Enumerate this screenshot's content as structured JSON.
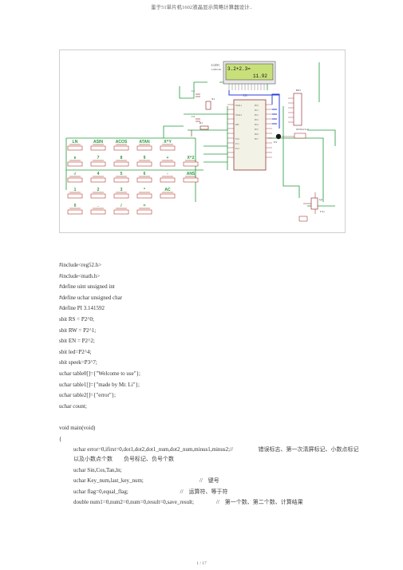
{
  "header": "鉴于51单片机1602液晶显示简略计算器设计..",
  "footer": "1 / 17",
  "schematic": {
    "lcd_label": "LCD1",
    "lcd_model": "LM016L",
    "lcd_line1": "3.2+2.3=",
    "lcd_line2": "11.92",
    "keys_row1": [
      "LN",
      "ASIN",
      "ACOS",
      "ATAN",
      "X^Y"
    ],
    "keys_row2": [
      "e",
      "7",
      "8",
      "9",
      "+",
      "X^2"
    ],
    "keys_row3": [
      "√",
      "4",
      "5",
      "6",
      "-",
      "ANS"
    ],
    "keys_row4": [
      "1",
      "2",
      "3",
      "*",
      "AC"
    ],
    "keys_row5": [
      "0",
      ".",
      "/",
      "="
    ],
    "chip_label": "U1",
    "q_label": "Q1",
    "ls_label": "LS1",
    "d_label": "D1",
    "colors": {
      "wire": "#1f9a3a",
      "bus": "#2b3fd8",
      "part": "#8b1a1a",
      "lcd": "#c8e07a",
      "key": "#b33b2e"
    }
  },
  "code": {
    "lines": [
      "#include<reg52.h>",
      "#include<math.h>",
      "#define uint unsigned int",
      "#define uchar unsigned char",
      "#define PI 3.141592",
      "sbit RS = P2^0;",
      "sbit RW = P2^1;",
      "sbit EN = P2^2;",
      "sbit led=P2^4;",
      "sbit speek=P3^7;",
      "uchar table0[]={\"Welcome to use\"};",
      "uchar table1[]={\"made by Mr. Li\"};",
      "uchar table2[]={\"error\"};",
      "uchar count;",
      "",
      "void main(void)",
      "{"
    ],
    "var_decl_1": "uchar error=0,ifirst=0,dot1,dot2,dot1_num,dot2_num,minus1,minus2;//",
    "var_decl_1_comment": "错误标志、第一次清屏标记、小数点标记以及小数点个数　　负号标记、负号个数",
    "var_decl_2": "uchar Sin,Cos,Tan,ln;",
    "var_decl_3": "uchar Key_num,last_key_num;",
    "var_decl_3_comment": "//　键号",
    "var_decl_4": "uchar flag=0,equal_flag;",
    "var_decl_4_comment": "//　运算符、等于符",
    "var_decl_5": "double num1=0,num2=0,num=0,result=0,save_result;",
    "var_decl_5_comment": "//　第一个数、第二个数、计算结果"
  }
}
